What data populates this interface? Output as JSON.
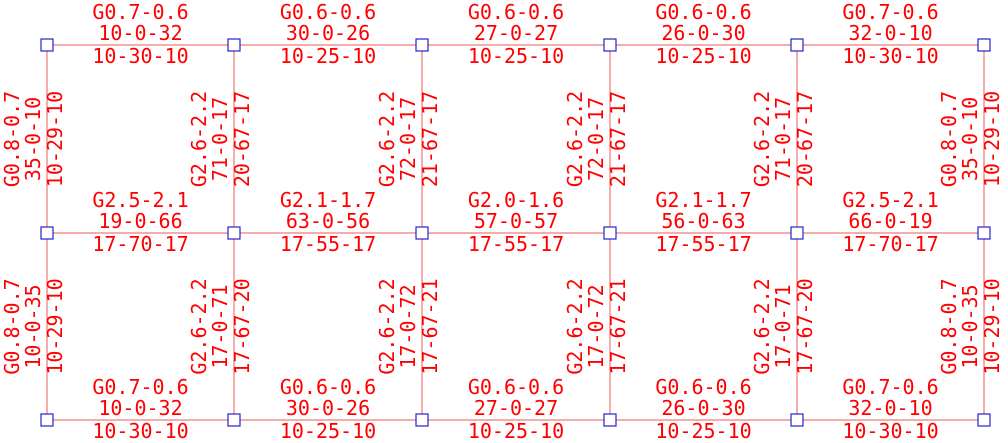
{
  "colors": {
    "text": "#ff0000",
    "beam": "#ef5a5a",
    "node": "#2222cc",
    "background": "#ffffff"
  },
  "horizontal_beams": [
    {
      "row": 0,
      "bay": 0,
      "lines": [
        "G0.7-0.6",
        "10-0-32",
        "10-30-10"
      ]
    },
    {
      "row": 0,
      "bay": 1,
      "lines": [
        "G0.6-0.6",
        "30-0-26",
        "10-25-10"
      ]
    },
    {
      "row": 0,
      "bay": 2,
      "lines": [
        "G0.6-0.6",
        "27-0-27",
        "10-25-10"
      ]
    },
    {
      "row": 0,
      "bay": 3,
      "lines": [
        "G0.6-0.6",
        "26-0-30",
        "10-25-10"
      ]
    },
    {
      "row": 0,
      "bay": 4,
      "lines": [
        "G0.7-0.6",
        "32-0-10",
        "10-30-10"
      ]
    },
    {
      "row": 1,
      "bay": 0,
      "lines": [
        "G2.5-2.1",
        "19-0-66",
        "17-70-17"
      ]
    },
    {
      "row": 1,
      "bay": 1,
      "lines": [
        "G2.1-1.7",
        "63-0-56",
        "17-55-17"
      ]
    },
    {
      "row": 1,
      "bay": 2,
      "lines": [
        "G2.0-1.6",
        "57-0-57",
        "17-55-17"
      ]
    },
    {
      "row": 1,
      "bay": 3,
      "lines": [
        "G2.1-1.7",
        "56-0-63",
        "17-55-17"
      ]
    },
    {
      "row": 1,
      "bay": 4,
      "lines": [
        "G2.5-2.1",
        "66-0-19",
        "17-70-17"
      ]
    },
    {
      "row": 2,
      "bay": 0,
      "lines": [
        "G0.7-0.6",
        "10-0-32",
        "10-30-10"
      ]
    },
    {
      "row": 2,
      "bay": 1,
      "lines": [
        "G0.6-0.6",
        "30-0-26",
        "10-25-10"
      ]
    },
    {
      "row": 2,
      "bay": 2,
      "lines": [
        "G0.6-0.6",
        "27-0-27",
        "10-25-10"
      ]
    },
    {
      "row": 2,
      "bay": 3,
      "lines": [
        "G0.6-0.6",
        "26-0-30",
        "10-25-10"
      ]
    },
    {
      "row": 2,
      "bay": 4,
      "lines": [
        "G0.7-0.6",
        "32-0-10",
        "10-30-10"
      ]
    }
  ],
  "vertical_beams": [
    {
      "col": 0,
      "span": 0,
      "lines": [
        "G0.8-0.7",
        "35-0-10",
        "10-29-10"
      ]
    },
    {
      "col": 1,
      "span": 0,
      "lines": [
        "G2.6-2.2",
        "71-0-17",
        "20-67-17"
      ]
    },
    {
      "col": 2,
      "span": 0,
      "lines": [
        "G2.6-2.2",
        "72-0-17",
        "21-67-17"
      ]
    },
    {
      "col": 3,
      "span": 0,
      "lines": [
        "G2.6-2.2",
        "72-0-17",
        "21-67-17"
      ]
    },
    {
      "col": 4,
      "span": 0,
      "lines": [
        "G2.6-2.2",
        "71-0-17",
        "20-67-17"
      ]
    },
    {
      "col": 5,
      "span": 0,
      "lines": [
        "G0.8-0.7",
        "35-0-10",
        "10-29-10"
      ]
    },
    {
      "col": 0,
      "span": 1,
      "lines": [
        "G0.8-0.7",
        "10-0-35",
        "10-29-10"
      ]
    },
    {
      "col": 1,
      "span": 1,
      "lines": [
        "G2.6-2.2",
        "17-0-71",
        "17-67-20"
      ]
    },
    {
      "col": 2,
      "span": 1,
      "lines": [
        "G2.6-2.2",
        "17-0-72",
        "17-67-21"
      ]
    },
    {
      "col": 3,
      "span": 1,
      "lines": [
        "G2.6-2.2",
        "17-0-72",
        "17-67-21"
      ]
    },
    {
      "col": 4,
      "span": 1,
      "lines": [
        "G2.6-2.2",
        "17-0-71",
        "17-67-20"
      ]
    },
    {
      "col": 5,
      "span": 1,
      "lines": [
        "G0.8-0.7",
        "10-0-35",
        "10-29-10"
      ]
    }
  ]
}
